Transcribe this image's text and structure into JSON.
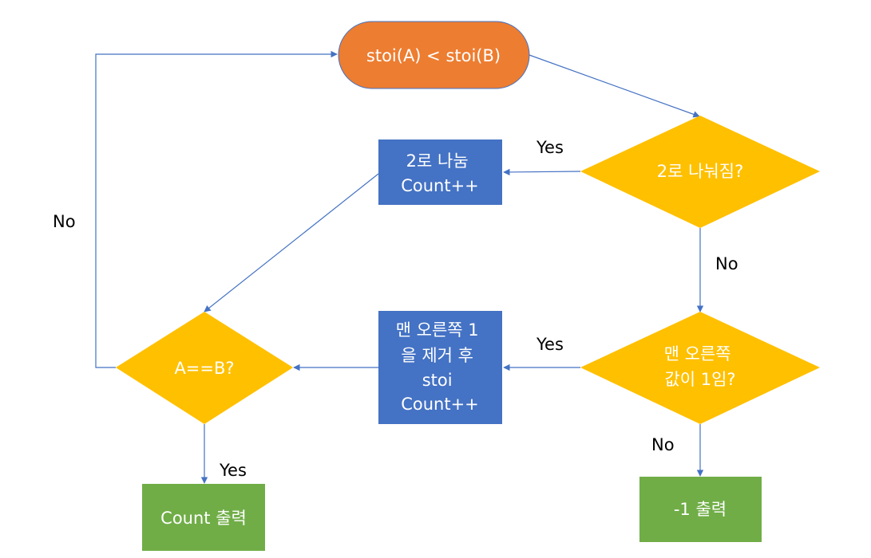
{
  "colors": {
    "start": "#ed7d31",
    "process": "#4472c4",
    "decision": "#ffc000",
    "output": "#70ad47",
    "edge": "#4472c4",
    "edge_label": "#000000",
    "node_text": "#ffffff"
  },
  "nodes": {
    "start": {
      "label": "stoi(A)  <  stoi(B)"
    },
    "div_check": {
      "label": "2로 나눠짐?"
    },
    "divide": {
      "lines": [
        "2로 나눔",
        "Count++"
      ]
    },
    "one_check": {
      "lines": [
        "맨 오른쪽",
        "값이 1임?"
      ]
    },
    "remove_one": {
      "lines": [
        "맨 오른쪽 1",
        "을 제거 후",
        "stoi",
        "Count++"
      ]
    },
    "equal_check": {
      "label": "A==B?"
    },
    "print_count": {
      "label": "Count 출력"
    },
    "print_neg": {
      "label": "-1 출력"
    }
  },
  "edge_labels": {
    "div_yes": "Yes",
    "div_no": "No",
    "one_yes": "Yes",
    "one_no": "No",
    "eq_no": "No",
    "eq_yes": "Yes"
  }
}
